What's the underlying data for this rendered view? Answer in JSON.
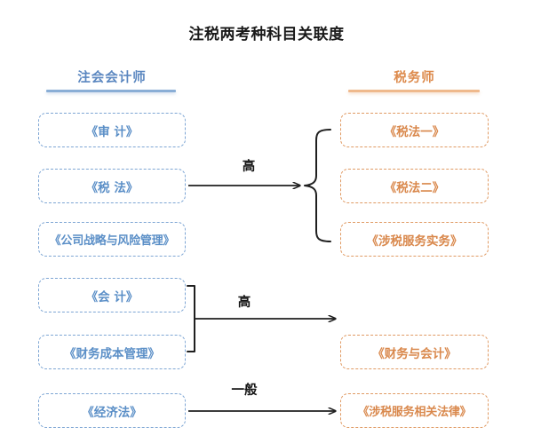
{
  "title": "注税两考种科目关联度",
  "columns": {
    "left": {
      "name": "左列表头",
      "label": "注会会计师",
      "color": "#5b87c0",
      "rule_color": "#8aaed6"
    },
    "right": {
      "name": "右列表头",
      "label": "税务师",
      "color": "#dd8b4d",
      "rule_color": "#efb98c"
    }
  },
  "left_subjects": [
    {
      "label": "《审 计》",
      "row": 1
    },
    {
      "label": "《税 法》",
      "row": 2
    },
    {
      "label": "《公司战略与风险管理》",
      "row": 3
    },
    {
      "label": "《会 计》",
      "row": 4
    },
    {
      "label": "《财务成本管理》",
      "row": 5
    },
    {
      "label": "《经济法》",
      "row": 6
    }
  ],
  "right_subjects": [
    {
      "label": "《税法一》",
      "row": 1
    },
    {
      "label": "《税法二》",
      "row": 2
    },
    {
      "label": "《涉税服务实务》",
      "row": 3
    },
    {
      "label": "《财务与会计》",
      "row": 5
    },
    {
      "label": "《涉税服务相关法律》",
      "row": 6
    }
  ],
  "connectors": [
    {
      "label": "高",
      "from": [
        "《税 法》"
      ],
      "to": [
        "《税法一》",
        "《税法二》",
        "《涉税服务实务》"
      ],
      "brace_side": "right",
      "brace_shape": "curly"
    },
    {
      "label": "高",
      "from": [
        "《会 计》",
        "《财务成本管理》"
      ],
      "to": [
        "《财务与会计》"
      ],
      "brace_side": "left",
      "brace_shape": "square"
    },
    {
      "label": "一般",
      "from": [
        "《经济法》"
      ],
      "to": [
        "《涉税服务相关法律》"
      ],
      "brace_side": "none",
      "brace_shape": "none"
    }
  ],
  "colors": {
    "blue_text": "#5b8fc7",
    "blue_border": "#7ea6d4",
    "orange_text": "#d9884c",
    "orange_border": "#e09a63",
    "line": "#1f1f1f",
    "title": "#1a1a1a"
  }
}
